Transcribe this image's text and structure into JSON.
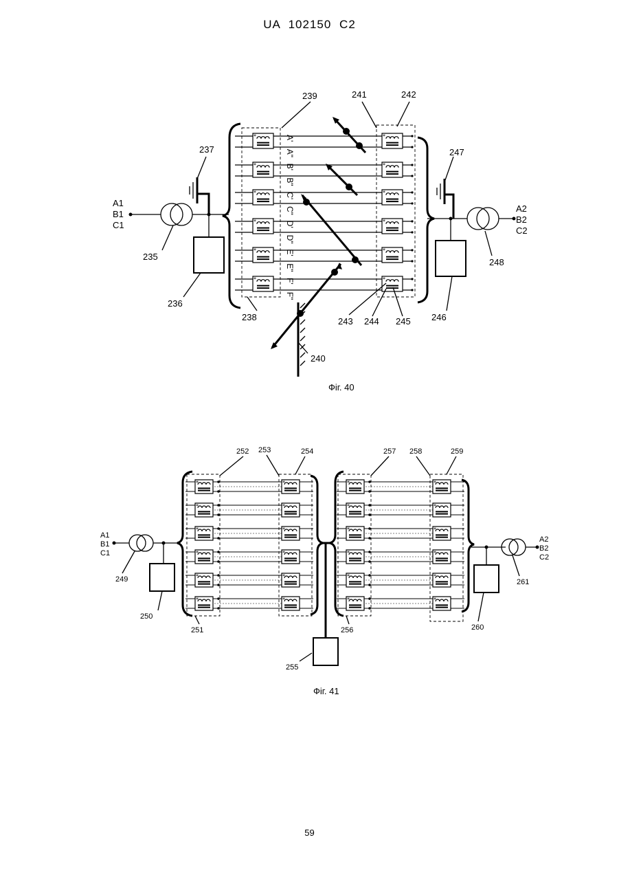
{
  "header": "UA   102150   C2",
  "page_number": "59",
  "fig40": {
    "caption": "Фіг. 40",
    "left_input": [
      "A1",
      "B1",
      "C1"
    ],
    "right_output": [
      "A2",
      "B2",
      "C2"
    ],
    "phases": [
      "A'",
      "A\"",
      "B'",
      "B\"",
      "C'",
      "C\"",
      "D'",
      "D\"",
      "E'",
      "E\"",
      "F'",
      "F\""
    ],
    "labels": {
      "l235": "235",
      "l236": "236",
      "l237": "237",
      "l238": "238",
      "l239": "239",
      "l240": "240",
      "l241": "241",
      "l242": "242",
      "l243": "243",
      "l244": "244",
      "l245": "245",
      "l246": "246",
      "l247": "247",
      "l248": "248"
    }
  },
  "fig41": {
    "caption": "Фіг. 41",
    "left_input": [
      "A1",
      "B1",
      "C1"
    ],
    "right_output": [
      "A2",
      "B2",
      "C2"
    ],
    "labels": {
      "l249": "249",
      "l250": "250",
      "l251": "251",
      "l252": "252",
      "l253": "253",
      "l254": "254",
      "l255": "255",
      "l256": "256",
      "l257": "257",
      "l258": "258",
      "l259": "259",
      "l260": "260",
      "l261": "261"
    }
  }
}
